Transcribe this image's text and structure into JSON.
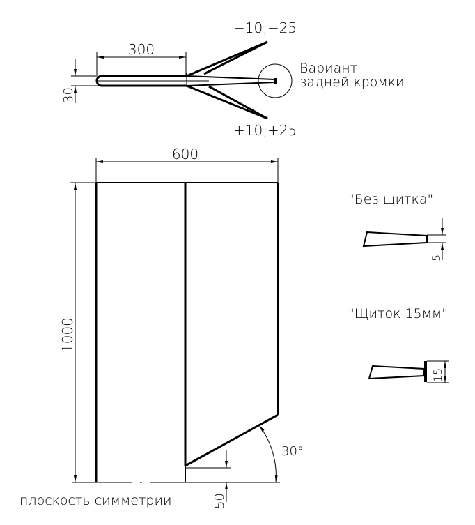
{
  "section_view": {
    "dim_chord_flap_start": "300",
    "dim_thickness": "30",
    "deflection_up": "−10;−25",
    "deflection_down": "+10;+25",
    "callout_line1": "Вариант",
    "callout_line2": "задней кромки"
  },
  "plan_view": {
    "dim_span_width": "600",
    "dim_height": "1000",
    "dim_gap": "50",
    "angle": "30°",
    "symmetry_label": "плоскость симметрии"
  },
  "detail_no_tab": {
    "title": "\"Без щитка\"",
    "dim": "5"
  },
  "detail_tab": {
    "title": "\"Щиток 15мм\"",
    "dim": "15"
  }
}
